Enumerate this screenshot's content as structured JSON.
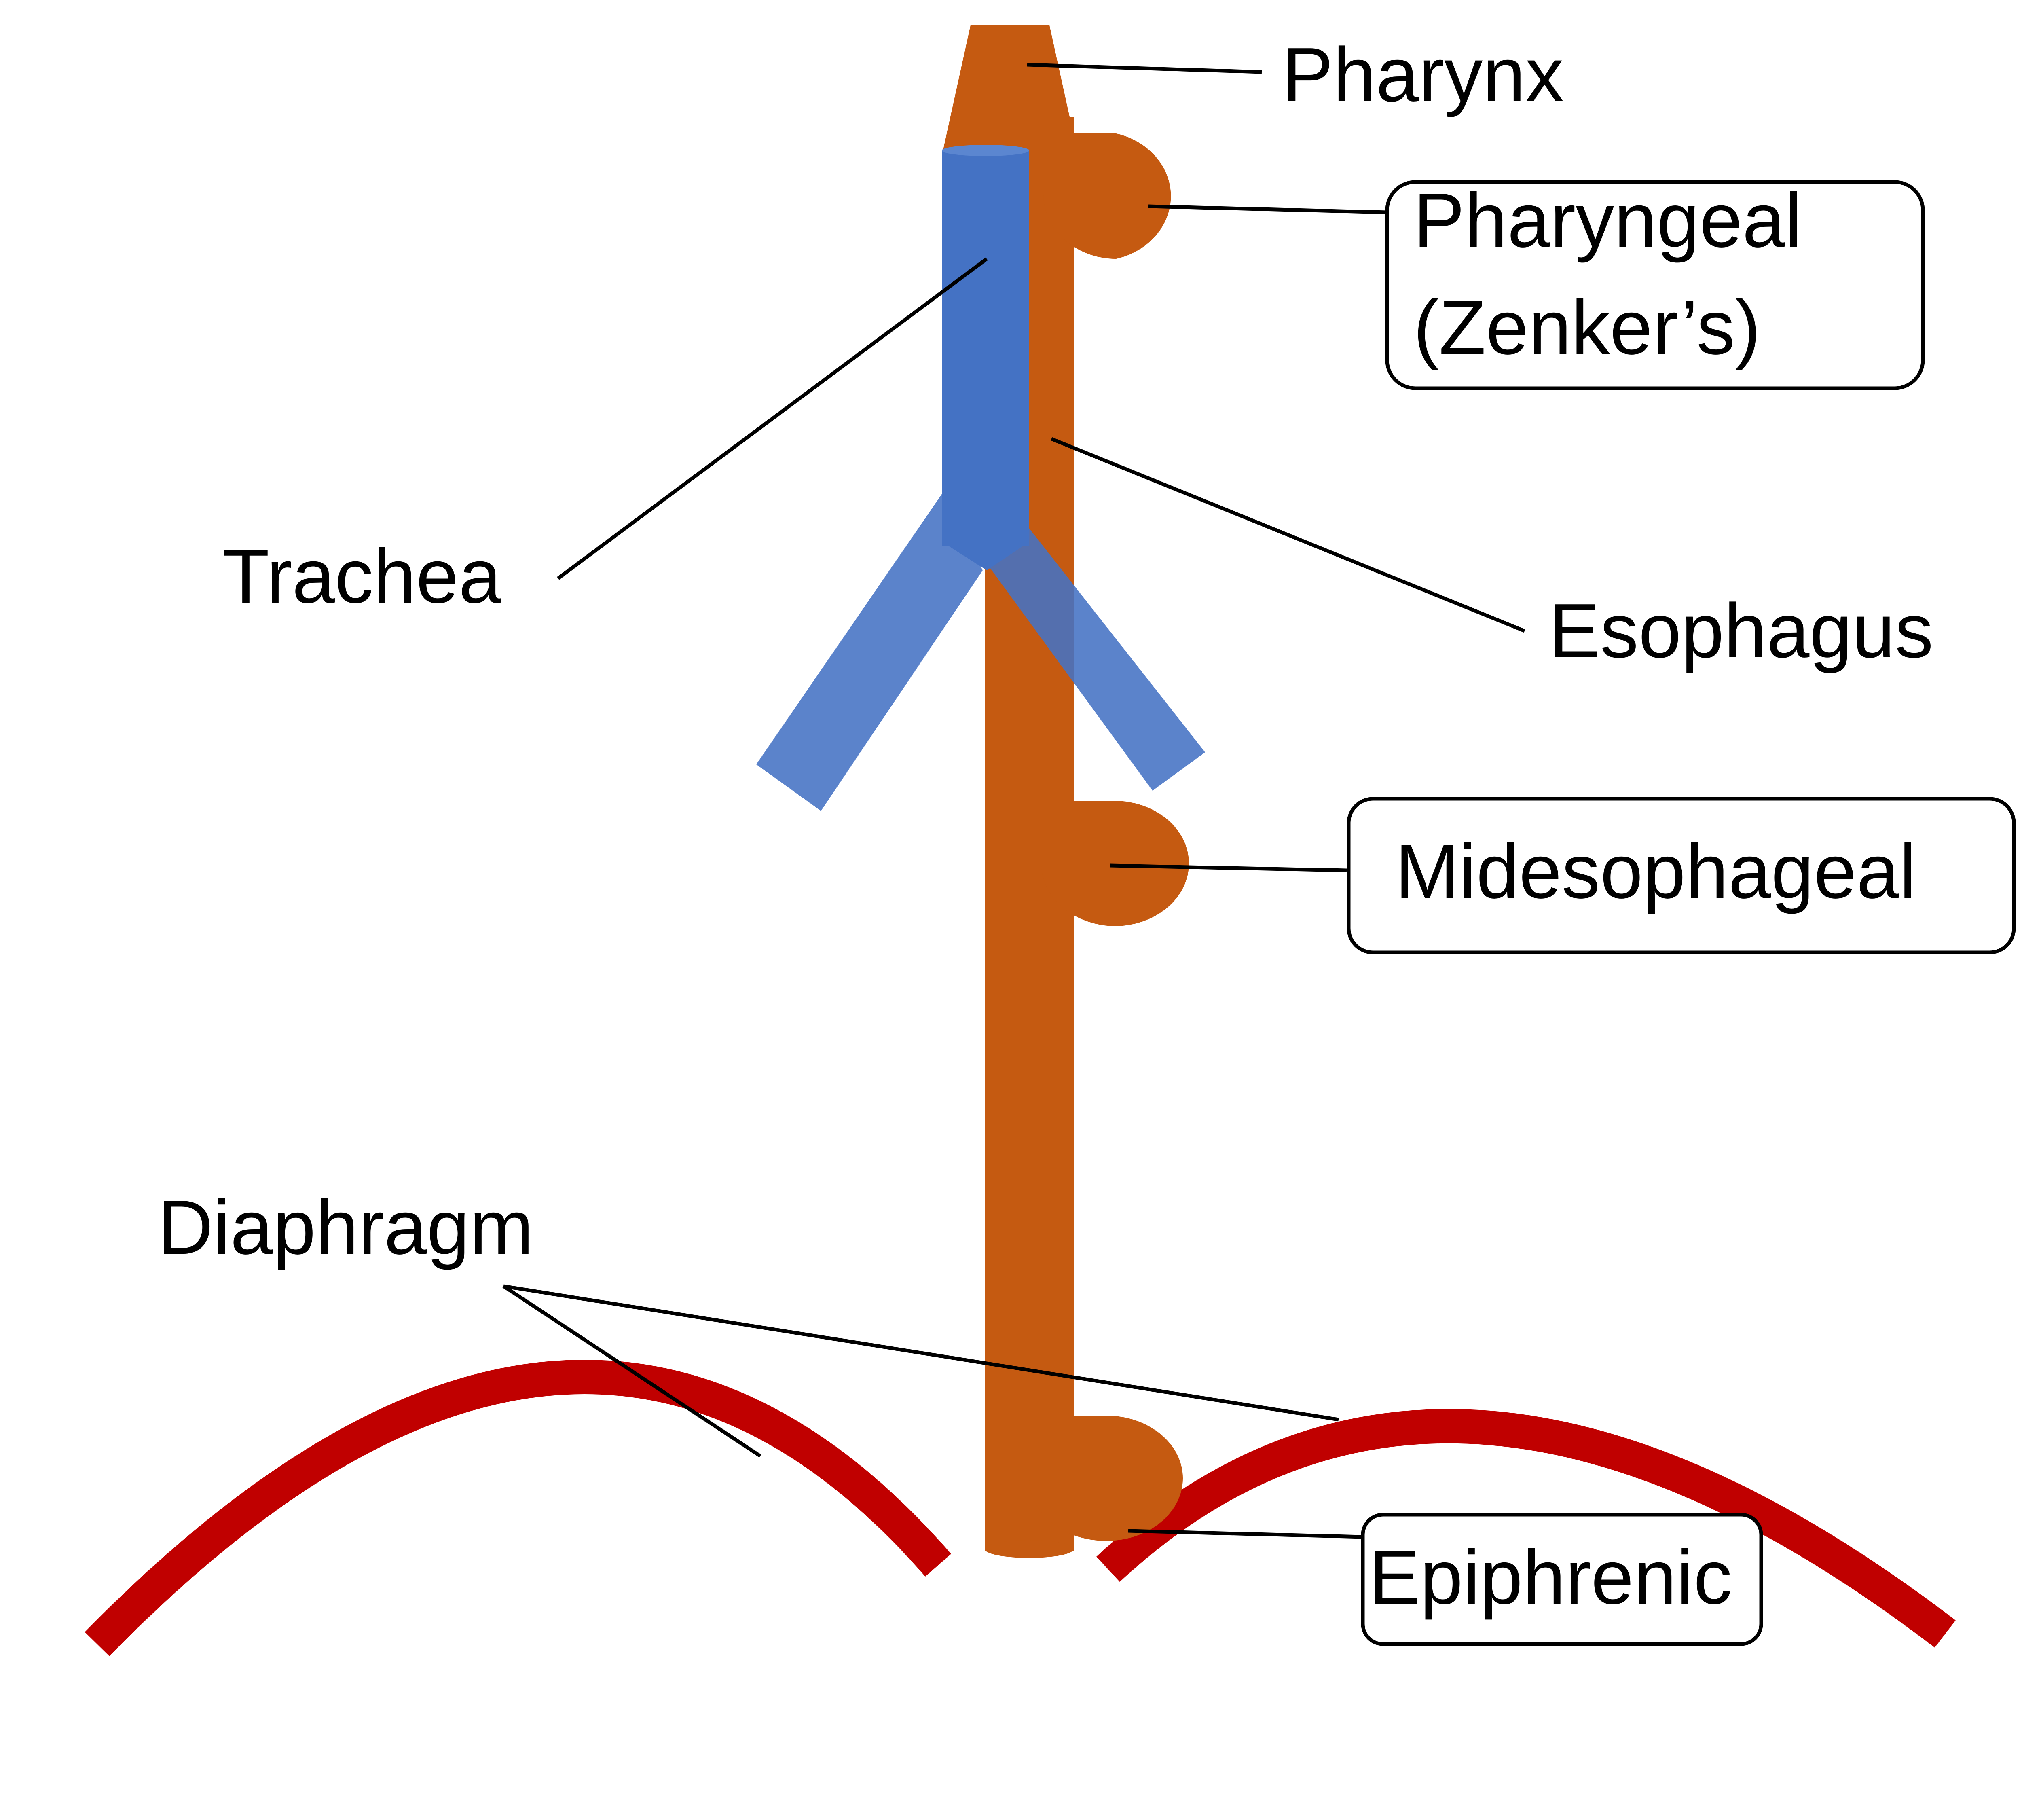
{
  "colors": {
    "esophagus": "#C55A11",
    "trachea": "#4472C4",
    "bronchi": "#4472C4",
    "diaphragm": "#C00000",
    "leader": "#000000",
    "text": "#000000"
  },
  "labels": {
    "pharynx": "Pharynx",
    "pharyngeal_line1": "Pharyngeal",
    "pharyngeal_line2": "(Zenker’s)",
    "trachea": "Trachea",
    "esophagus": "Esophagus",
    "midesophageal": "Midesophageal",
    "diaphragm": "Diaphragm",
    "epiphrenic": "Epiphrenic"
  }
}
